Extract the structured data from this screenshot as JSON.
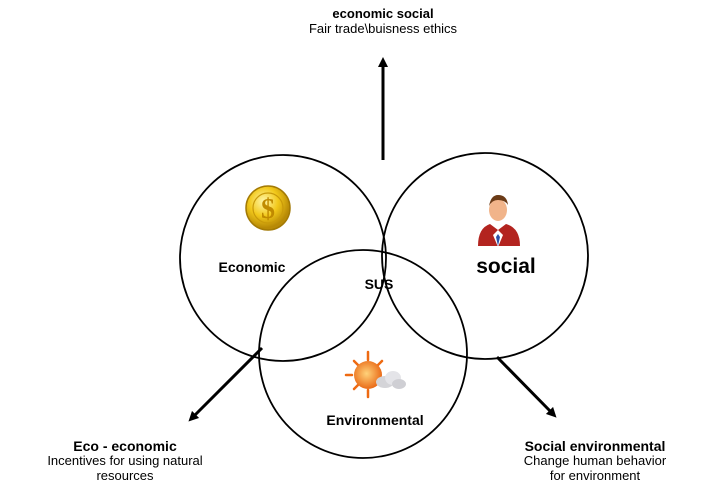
{
  "top": {
    "title": "economic social",
    "subtitle": "Fair trade\\buisness ethics"
  },
  "circles": {
    "economic": "Economic",
    "social": "social",
    "environmental": "Environmental",
    "center": "SUS"
  },
  "bottom_left": {
    "title": "Eco - economic",
    "line1": "Incentives for using natural",
    "line2": "resources"
  },
  "bottom_right": {
    "title": "Social environmental",
    "line1": "Change human behavior",
    "line2": "for environment"
  },
  "icons": {
    "economic": "coin-dollar-icon",
    "social": "person-icon",
    "environmental": "sun-cloud-icon"
  }
}
